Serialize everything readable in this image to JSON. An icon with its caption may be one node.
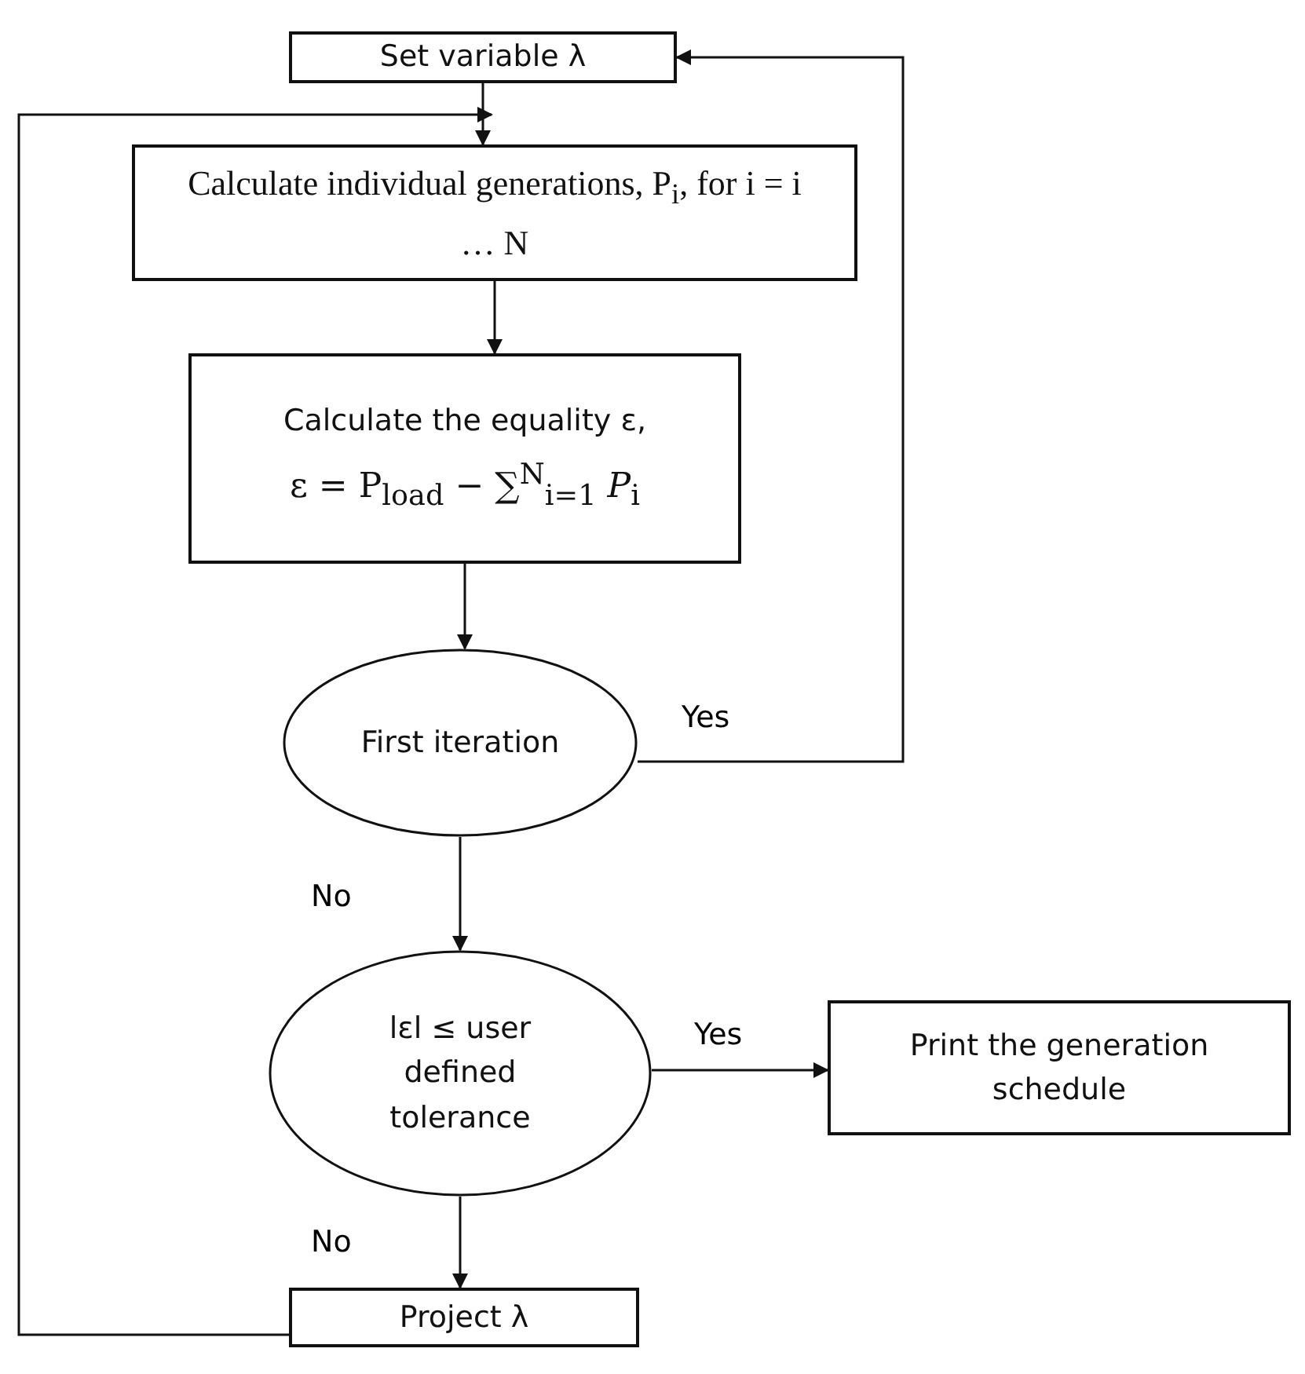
{
  "diagram": {
    "nodes": [
      {
        "text": [
          "Set variable λ"
        ]
      },
      {
        "text": [
          "Calculate individual generations, P$_{i}$, for i = i … N"
        ]
      },
      {
        "text": [
          "Calculate the equality ε,",
          "ε = P$_{load}$ − ∑$^{N}$$_{i=1}$ *P*$_{i}$"
        ]
      },
      {
        "text": [
          "First iteration"
        ]
      },
      {
        "text": [
          "lεl ≤ user defined tolerance"
        ]
      },
      {
        "text": [
          "Print the generation schedule"
        ]
      },
      {
        "text": [
          "Project λ"
        ]
      }
    ],
    "edges": [
      {
        "from": 0,
        "to": 1,
        "arrow": "to"
      },
      {
        "from": 1,
        "to": 2,
        "arrow": "to"
      },
      {
        "from": 2,
        "to": 3,
        "arrow": "to"
      },
      {
        "from": 3,
        "to": 0,
        "arrow": "to",
        "label": "Yes"
      },
      {
        "from": 3,
        "to": 4,
        "arrow": "to",
        "label": "No"
      },
      {
        "from": 4,
        "to": 5,
        "arrow": "to",
        "label": "Yes"
      },
      {
        "from": 4,
        "to": 6,
        "arrow": "to",
        "label": "No"
      },
      {
        "from": 6,
        "to": 1,
        "arrow": "to"
      }
    ]
  }
}
